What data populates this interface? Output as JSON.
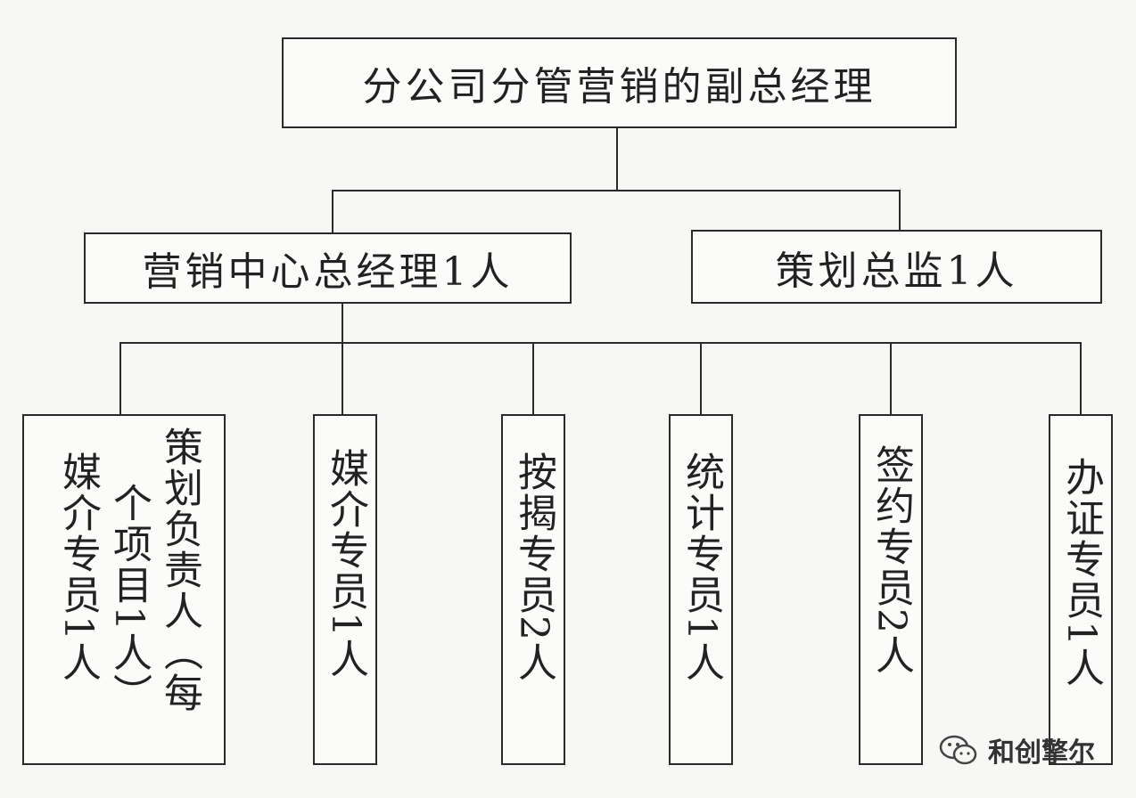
{
  "top": {
    "label": "分公司分管营销的副总经理"
  },
  "level2": {
    "left": {
      "label": "营销中心总经理1人"
    },
    "right": {
      "label": "策划总监1人"
    }
  },
  "level3": {
    "box1": {
      "col_left": "媒介专员1人",
      "col_mid": "个项目1人）",
      "col_right": "策划负责人（每"
    },
    "box2": {
      "label": "媒介专员1人"
    },
    "box3": {
      "label": "按揭专员2人"
    },
    "box4": {
      "label": "统计专员1人"
    },
    "box5": {
      "label": "签约专员2人"
    },
    "box6": {
      "label": "办证专员1人"
    }
  },
  "watermark": {
    "text": "和创擎尔",
    "icon": "wechat-icon"
  }
}
